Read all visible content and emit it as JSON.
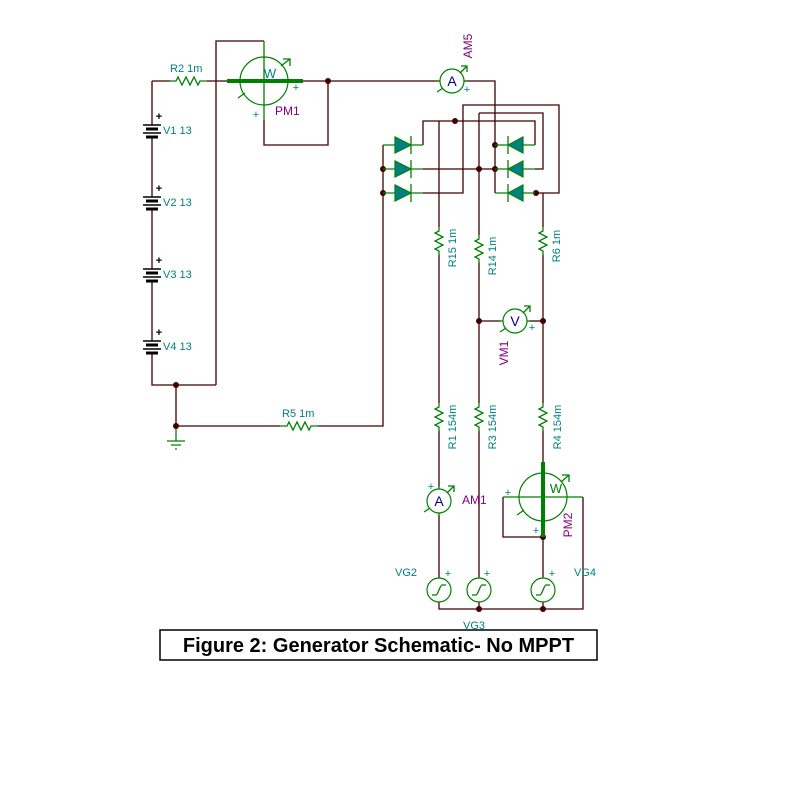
{
  "caption": "Figure 2: Generator Schematic- No MPPT",
  "colors": {
    "wire": "#400000",
    "component": "#008000",
    "label": "#008080",
    "meter_name": "#800080",
    "meter_glyph": "#000080",
    "diode_fill": "#008080"
  },
  "glyphs": {
    "wattmeter": "W",
    "ammeter": "A",
    "voltmeter": "V",
    "plus": "+"
  },
  "resistors": {
    "r2": "R2 1m",
    "r5": "R5 1m",
    "r15": "R15 1m",
    "r14": "R14 1m",
    "r6": "R6 1m",
    "r1": "R1 154m",
    "r3": "R3 154m",
    "r4": "R4 154m"
  },
  "batteries": {
    "v1": "V1 13",
    "v2": "V2 13",
    "v3": "V3 13",
    "v4": "V4 13"
  },
  "meters": {
    "pm1": "PM1",
    "pm2": "PM2",
    "am5": "AM5",
    "am1": "AM1",
    "vm1": "VM1"
  },
  "generators": {
    "vg2": "VG2",
    "vg3": "VG3",
    "vg4": "VG4"
  }
}
